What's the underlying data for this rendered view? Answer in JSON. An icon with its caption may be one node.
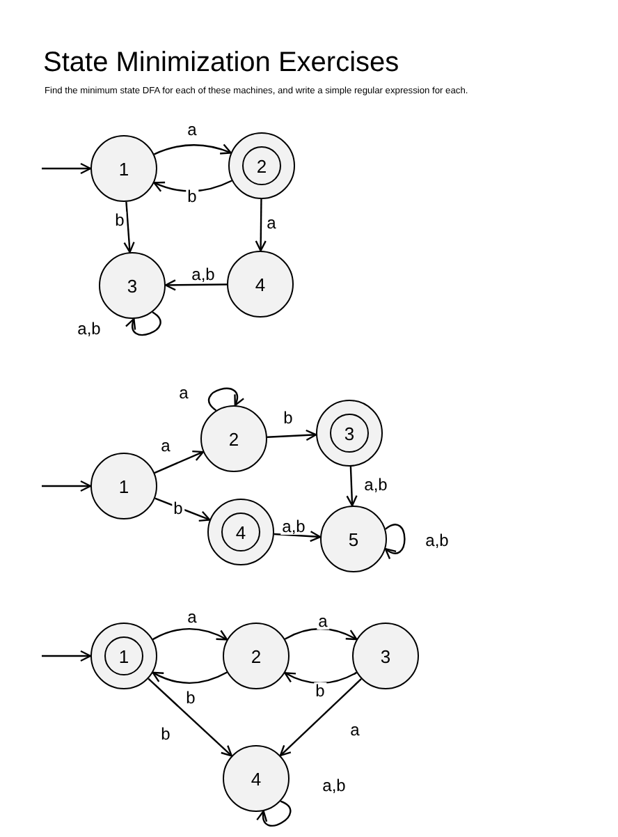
{
  "diagram": {
    "title": "State Minimization Exercises",
    "nodes": [
      {
        "text": [
          "1"
        ]
      },
      {
        "text": [],
        "shape": "circle"
      },
      {
        "text": [
          "2"
        ],
        "in": 1
      },
      {
        "text": [
          "3"
        ]
      },
      {
        "text": [
          "4"
        ]
      },
      {
        "text": [
          "1"
        ]
      },
      {
        "text": [
          "2"
        ]
      },
      {
        "text": [],
        "shape": "circle"
      },
      {
        "text": [
          "3"
        ],
        "in": 7
      },
      {
        "text": [],
        "shape": "circle"
      },
      {
        "text": [
          "4"
        ],
        "in": 9
      },
      {
        "text": [
          "5"
        ]
      },
      {
        "text": [],
        "shape": "circle"
      },
      {
        "text": [
          "1"
        ],
        "in": 12
      },
      {
        "text": [
          "2"
        ]
      },
      {
        "text": [
          "3"
        ]
      },
      {
        "text": [
          "4"
        ]
      }
    ],
    "edges": [
      {
        "from": null,
        "to": 0,
        "arrow": "to"
      },
      {
        "from": 0,
        "to": 1,
        "arrow": "to",
        "label": "a"
      },
      {
        "from": 1,
        "to": 0,
        "arrow": "to",
        "label": "b"
      },
      {
        "from": 0,
        "to": 3,
        "arrow": "to",
        "label": "b"
      },
      {
        "from": 1,
        "to": 4,
        "arrow": "to",
        "label": "a"
      },
      {
        "from": 4,
        "to": 3,
        "arrow": "to",
        "label": "a,b"
      },
      {
        "from": 3,
        "to": 3,
        "arrow": "to",
        "label": "a,b"
      },
      {
        "from": null,
        "to": 5,
        "arrow": "to"
      },
      {
        "from": 5,
        "to": 6,
        "arrow": "to",
        "label": "a"
      },
      {
        "from": 6,
        "to": 6,
        "arrow": "to",
        "label": "a"
      },
      {
        "from": 6,
        "to": 7,
        "arrow": "to",
        "label": "b"
      },
      {
        "from": 5,
        "to": 9,
        "arrow": "to",
        "label": "b"
      },
      {
        "from": 7,
        "to": 11,
        "arrow": "to",
        "label": "a,b"
      },
      {
        "from": 9,
        "to": 11,
        "arrow": "to",
        "label": "a,b"
      },
      {
        "from": 11,
        "to": 11,
        "arrow": "to",
        "label": "a,b"
      },
      {
        "from": null,
        "to": 12,
        "arrow": "to"
      },
      {
        "from": 12,
        "to": 14,
        "arrow": "to",
        "label": "a"
      },
      {
        "from": 14,
        "to": 12,
        "arrow": "to",
        "label": "b"
      },
      {
        "from": 14,
        "to": 15,
        "arrow": "to",
        "label": "a"
      },
      {
        "from": 15,
        "to": 14,
        "arrow": "to",
        "label": "b"
      },
      {
        "from": 12,
        "to": 16,
        "arrow": "to",
        "label": "b"
      },
      {
        "from": 15,
        "to": 16,
        "arrow": "to",
        "label": "a"
      },
      {
        "from": 16,
        "to": 16,
        "arrow": "to",
        "label": "a,b"
      }
    ],
    "labels": [
      "Find the minimum state DFA for each of these machines, and write a simple regular expression for each."
    ]
  }
}
